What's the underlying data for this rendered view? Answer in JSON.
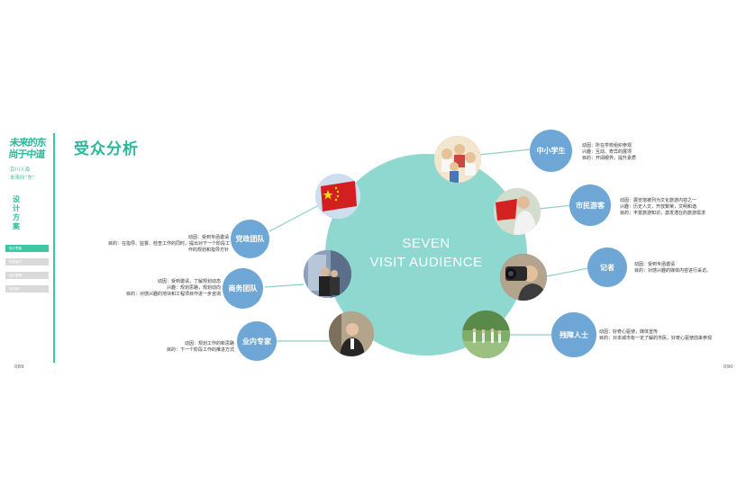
{
  "sidebar": {
    "brand_lines": [
      "未来的东",
      "尚于中道"
    ],
    "tagline_lines": [
      "百川入海",
      "未来向“东”"
    ],
    "design_plan_chars": [
      "设",
      "计",
      "方",
      "案"
    ],
    "nav_items": [
      {
        "label": "设计思路",
        "active": true
      },
      {
        "label": "构想演示",
        "active": false
      },
      {
        "label": "设计要素",
        "active": false
      },
      {
        "label": "宣传推广",
        "active": false
      }
    ],
    "page_left": "089"
  },
  "page_right": "090",
  "section_title": "受众分析",
  "center": {
    "line1": "SEVEN",
    "line2": "VISIT AUDIENCE"
  },
  "colors": {
    "accent": "#3cc7a5",
    "circle": "#8fd8d0",
    "label": "#6ea6d5",
    "line": "#8ecfc7"
  },
  "audiences": [
    {
      "id": "party",
      "label": "党政团队",
      "desc": [
        "动因：受到专函邀请",
        "目的：在指导、监督、检查工作的同时，提出对下一个阶段工",
        "作的规划和指导方针"
      ],
      "photo_icon": "flag-photo"
    },
    {
      "id": "business",
      "label": "商务团队",
      "desc": [
        "动因：受到邀请，了解规划动态",
        "兴趣：规划思路，规划动向",
        "目的：对感兴趣的地块和工程项目作进一步咨询"
      ],
      "photo_icon": "business-photo"
    },
    {
      "id": "expert",
      "label": "业内专家",
      "desc": [
        "动因：规划工作的新思路",
        "目的：下一个阶段工作的推进方式"
      ],
      "photo_icon": "expert-photo"
    },
    {
      "id": "students",
      "label": "中小学生",
      "desc": [
        "动因：所在学校组织参观",
        "兴趣：互动、奇异的展项",
        "目的：开阔眼界，提升素质"
      ],
      "photo_icon": "students-photo"
    },
    {
      "id": "citizens",
      "label": "市民游客",
      "desc": [
        "动因：展览馆被列为文化旅游内容之一",
        "兴趣：历史人文，开放繁荣，文明和谐",
        "目的：丰富旅游知识，激发潜在的旅游需求"
      ],
      "photo_icon": "tourist-photo"
    },
    {
      "id": "reporter",
      "label": "记者",
      "desc": [
        "动因：受到专函邀请",
        "目的：对感兴趣的媒体内容进行采访。"
      ],
      "photo_icon": "camera-photo"
    },
    {
      "id": "disabled",
      "label": "残障人士",
      "desc": [
        "动因：好奇心驱使，媒体宣传",
        "目的：对本城市有一定了解的市民，好奇心驱使前来参观"
      ],
      "photo_icon": "park-photo"
    }
  ]
}
